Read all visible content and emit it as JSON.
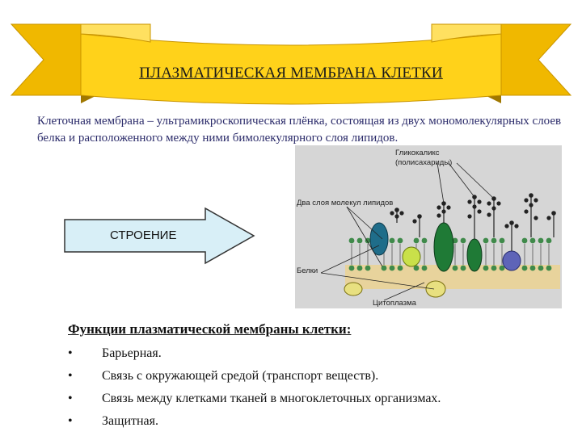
{
  "title": "ПЛАЗМАТИЧЕСКАЯ МЕМБРАНА КЛЕТКИ",
  "intro": "Клеточная мембрана – ультрамикроскопическая плёнка, состоящая из двух мономолекулярных слоев белка и расположенного между ними бимолекулярного слоя липидов.",
  "structure_label": "СТРОЕНИЕ",
  "diagram": {
    "label_glycocalyx_line1": "Гликокаликс",
    "label_glycocalyx_line2": "(полисахариды)",
    "label_lipids": "Два слоя молекул липидов",
    "label_proteins": "Белки",
    "label_cytoplasm": "Цитоплазма"
  },
  "functions": {
    "title": "Функции плазматической мембраны клетки:",
    "bullet": "•",
    "items": [
      "Барьерная.",
      "Связь с окружающей средой (транспорт веществ).",
      "Связь между клетками тканей в многоклеточных организмах.",
      "Защитная."
    ]
  },
  "colors": {
    "banner": "#ffd21a",
    "banner_shadow": "#e0a800",
    "arrow_fill": "#d8eff7",
    "intro_text": "#2b2b6a",
    "diagram_bg": "#d6d6d6",
    "cytoplasm": "#e8d39c"
  }
}
